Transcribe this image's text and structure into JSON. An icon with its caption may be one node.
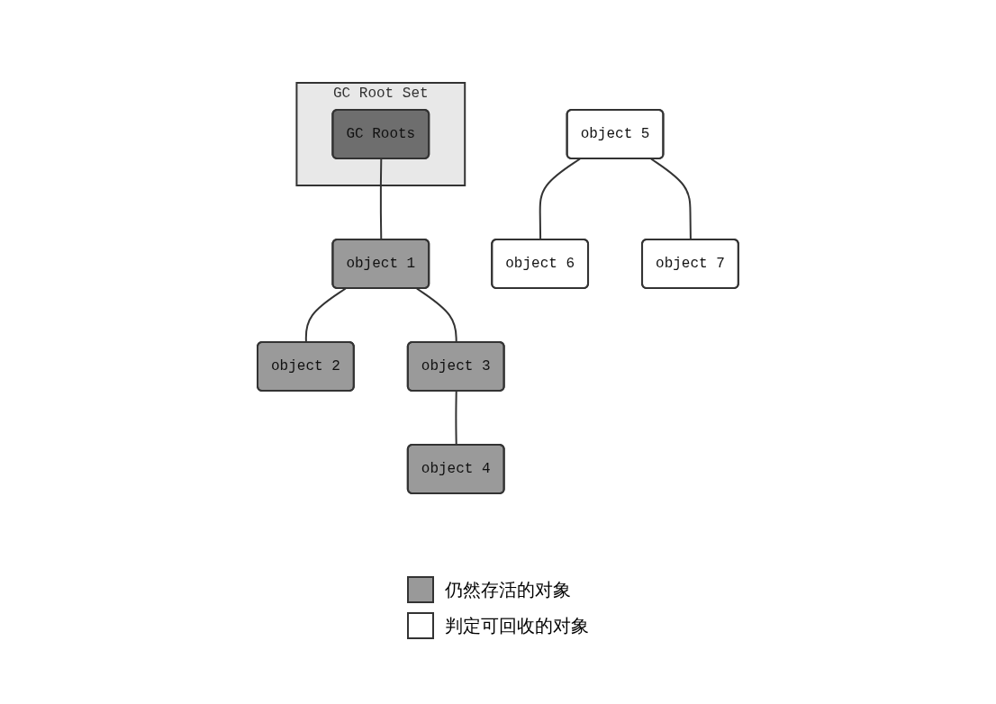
{
  "diagram": {
    "nodes": [
      {
        "text": [
          "GC Root Set"
        ]
      },
      {
        "text": [
          "GC Roots"
        ],
        "in": 0
      },
      {
        "text": [
          "object 1"
        ]
      },
      {
        "text": [
          "object 2"
        ]
      },
      {
        "text": [
          "object 3"
        ]
      },
      {
        "text": [
          "object 4"
        ]
      },
      {
        "text": [
          "object 5"
        ]
      },
      {
        "text": [
          "object 6"
        ]
      },
      {
        "text": [
          "object 7"
        ]
      }
    ],
    "edges": [
      {
        "from": 1,
        "to": 2,
        "arrow": "none"
      },
      {
        "from": 2,
        "to": 3,
        "arrow": "none"
      },
      {
        "from": 2,
        "to": 4,
        "arrow": "none"
      },
      {
        "from": 4,
        "to": 5,
        "arrow": "none"
      },
      {
        "from": 6,
        "to": 7,
        "arrow": "none"
      },
      {
        "from": 6,
        "to": 8,
        "arrow": "none"
      }
    ],
    "legend": [
      {
        "text": "仍然存活的对象",
        "color": "#999999"
      },
      {
        "text": "判定可回收的对象",
        "color": "#ffffff"
      }
    ]
  }
}
